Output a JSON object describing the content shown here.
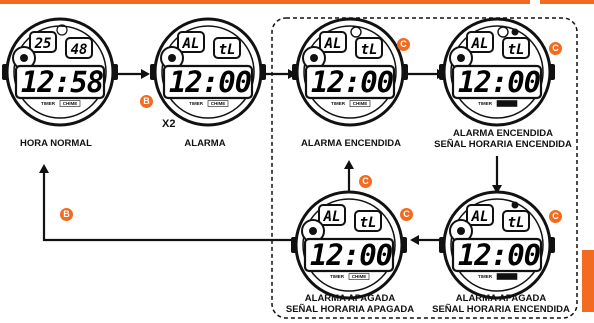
{
  "colors": {
    "accent": "#f26b21",
    "line": "#111111"
  },
  "repeat_label": "X2",
  "watches": [
    {
      "caption": [
        "HORA NORMAL"
      ],
      "top_left": "25",
      "top_right": "48",
      "main": "12:58",
      "icon": "sun-pm"
    },
    {
      "caption": [
        "ALARMA"
      ],
      "top_left": "AL",
      "top_right": "tL",
      "main": "12:00",
      "icon": "none"
    },
    {
      "caption": [
        "ALARMA ENCENDIDA"
      ],
      "top_left": "AL",
      "top_right": "tL",
      "main": "12:00",
      "icon": "alarm"
    },
    {
      "caption": [
        "ALARMA ENCENDIDA",
        "SEÑAL HORARIA ENCENDIDA"
      ],
      "top_left": "AL",
      "top_right": "tL",
      "main": "12:00",
      "icon": "alarm-chime"
    },
    {
      "caption": [
        "ALARMA APAGADA",
        "SEÑAL HORARIA APAGADA"
      ],
      "top_left": "AL",
      "top_right": "tL",
      "main": "12:00",
      "icon": "none"
    },
    {
      "caption": [
        "ALARMA APAGADA",
        "SEÑAL HORARIA ENCENDIDA"
      ],
      "top_left": "AL",
      "top_right": "tL",
      "main": "12:00",
      "icon": "chime"
    }
  ],
  "buttons": {
    "B": "B",
    "C": "C"
  },
  "watch_labels": {
    "timer": "TIMER",
    "chime": "CHIME"
  }
}
